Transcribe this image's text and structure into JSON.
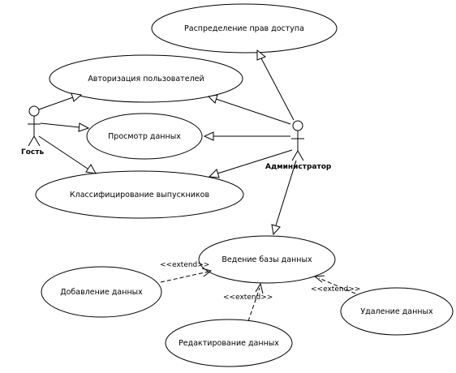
{
  "actors": {
    "guest": "Гость",
    "admin": "Администратор"
  },
  "use_cases": {
    "rights": "Распределение прав доступа",
    "auth": "Авторизация  пользователей",
    "view": "Просмотр данных",
    "classify": "Классифицирование выпускников",
    "db": "Ведение базы данных",
    "add": "Добавление данных",
    "edit": "Редактирование данных",
    "delete": "Удаление данных"
  },
  "stereotypes": {
    "add_db": "<<extend>>",
    "edit_db": "<<extend>>",
    "delete_db": "<<extend>>"
  }
}
